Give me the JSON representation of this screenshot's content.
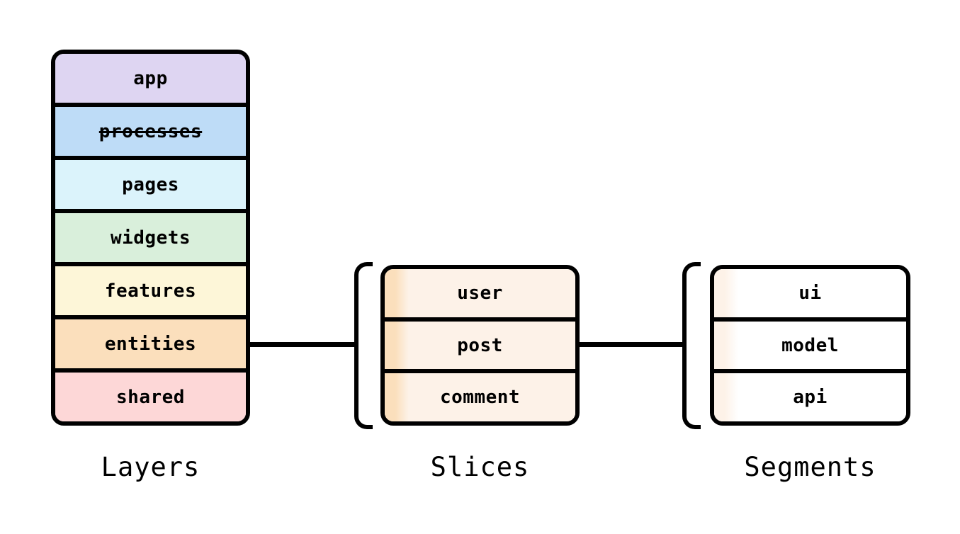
{
  "diagram": {
    "layers": {
      "label": "Layers",
      "rows": [
        {
          "text": "app",
          "color": "#ded5f2",
          "strikethrough": false
        },
        {
          "text": "processes",
          "color": "#bedcf7",
          "strikethrough": true
        },
        {
          "text": "pages",
          "color": "#dbf3fb",
          "strikethrough": false
        },
        {
          "text": "widgets",
          "color": "#d9efdb",
          "strikethrough": false
        },
        {
          "text": "features",
          "color": "#fdf6d8",
          "strikethrough": false
        },
        {
          "text": "entities",
          "color": "#fbdfbc",
          "strikethrough": false
        },
        {
          "text": "shared",
          "color": "#fdd7d7",
          "strikethrough": false
        }
      ]
    },
    "slices": {
      "label": "Slices",
      "rows": [
        {
          "text": "user"
        },
        {
          "text": "post"
        },
        {
          "text": "comment"
        }
      ],
      "strip_color": "#fbdfbc",
      "body_color": "#fdf2e8"
    },
    "segments": {
      "label": "Segments",
      "rows": [
        {
          "text": "ui"
        },
        {
          "text": "model"
        },
        {
          "text": "api"
        }
      ],
      "strip_color": "#fdf2e8",
      "body_color": "#ffffff"
    },
    "colors": {
      "border": "#000000",
      "connector": "#000000",
      "background": "#ffffff"
    }
  }
}
